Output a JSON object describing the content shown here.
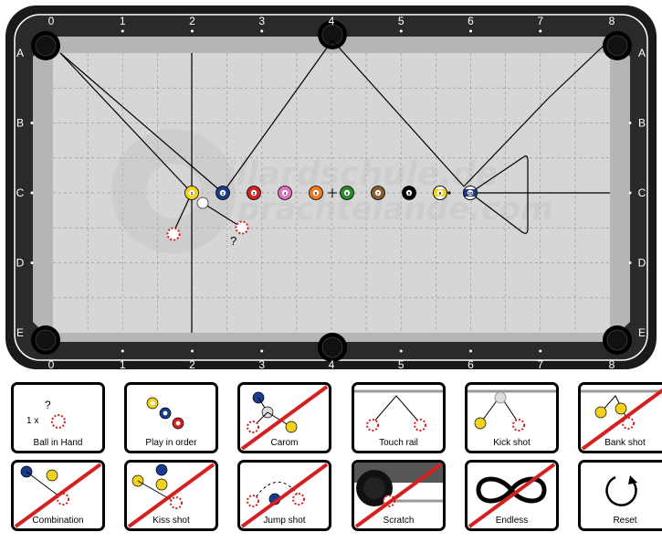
{
  "table": {
    "col_labels": [
      "0",
      "1",
      "2",
      "3",
      "4",
      "5",
      "6",
      "7",
      "8"
    ],
    "row_labels": [
      "A",
      "B",
      "C",
      "D",
      "E"
    ],
    "watermark_line1": "billardschule.de",
    "watermark_line2": "prachtelande.com",
    "question_mark": "?",
    "balls": [
      {
        "num": "1",
        "color": "#f2d21b",
        "stripe": false
      },
      {
        "num": "2",
        "color": "#1a3a8c",
        "stripe": false
      },
      {
        "num": "3",
        "color": "#d42020",
        "stripe": false
      },
      {
        "num": "4",
        "color": "#e06fc0",
        "stripe": false
      },
      {
        "num": "5",
        "color": "#f07a1a",
        "stripe": false
      },
      {
        "num": "6",
        "color": "#2a8a2a",
        "stripe": false
      },
      {
        "num": "7",
        "color": "#8a5a2a",
        "stripe": false
      },
      {
        "num": "8",
        "color": "#000000",
        "stripe": false
      },
      {
        "num": "9",
        "color": "#f2d21b",
        "stripe": true
      },
      {
        "num": "10",
        "color": "#1a3a8c",
        "stripe": true
      }
    ]
  },
  "controls": [
    {
      "id": "ball-in-hand",
      "label": "Ball in Hand",
      "extra": "1 x",
      "extra2": "?",
      "disabled": false
    },
    {
      "id": "play-in-order",
      "label": "Play in order",
      "disabled": false
    },
    {
      "id": "carom",
      "label": "Carom",
      "disabled": true
    },
    {
      "id": "touch-rail",
      "label": "Touch rail",
      "disabled": false
    },
    {
      "id": "kick-shot",
      "label": "Kick shot",
      "disabled": false
    },
    {
      "id": "bank-shot",
      "label": "Bank shot",
      "disabled": true
    },
    {
      "id": "combination",
      "label": "Combination",
      "disabled": true
    },
    {
      "id": "kiss-shot",
      "label": "Kiss shot",
      "disabled": true
    },
    {
      "id": "jump-shot",
      "label": "Jump shot",
      "disabled": true
    },
    {
      "id": "scratch",
      "label": "Scratch",
      "disabled": true
    },
    {
      "id": "endless",
      "label": "Endless",
      "disabled": true
    },
    {
      "id": "reset",
      "label": "Reset",
      "disabled": false
    }
  ],
  "colors": {
    "cloth": "#d6d6d6",
    "rail": "#1a1a1a",
    "pocket": "#000000",
    "line": "#000000",
    "disabled_slash": "#d42020"
  }
}
